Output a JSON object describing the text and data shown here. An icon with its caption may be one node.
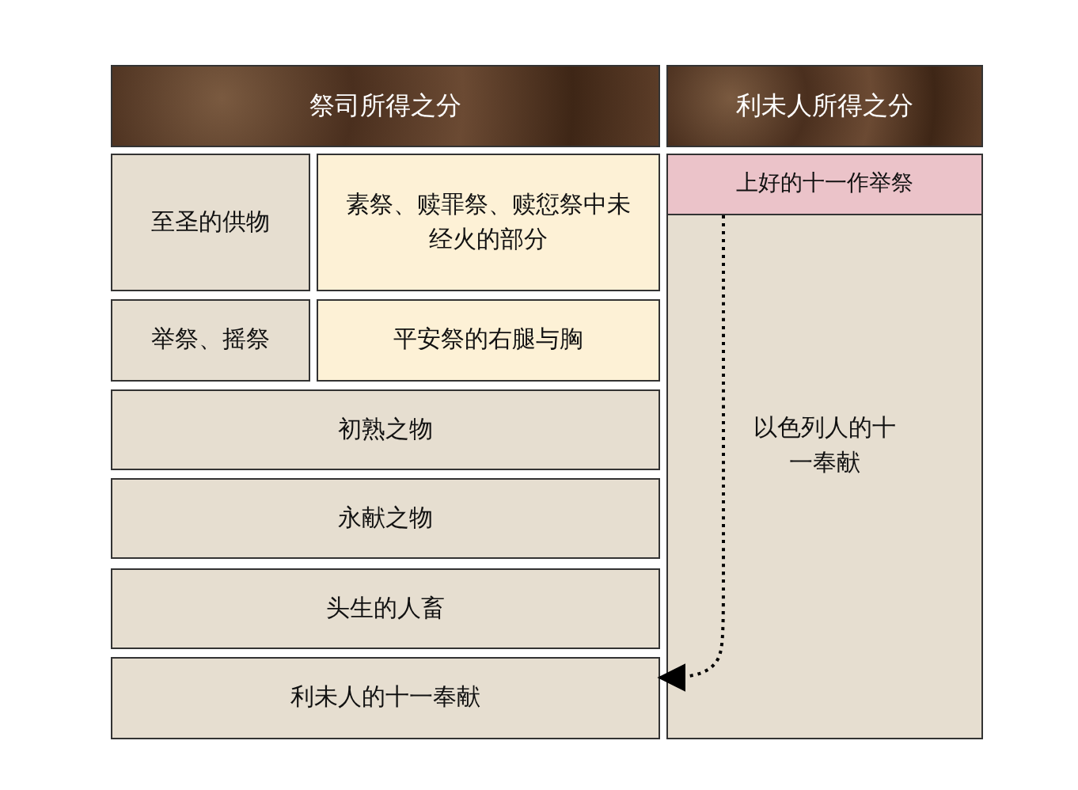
{
  "diagram": {
    "nodes": [
      {
        "text": [
          "祭司所得之分"
        ]
      },
      {
        "text": [
          "利未人所得之分"
        ]
      },
      {
        "text": [
          "至圣的供物"
        ]
      },
      {
        "text": [
          "素祭、赎罪祭、赎愆祭中未经火的部分"
        ]
      },
      {
        "text": [
          "举祭、摇祭"
        ]
      },
      {
        "text": [
          "平安祭的右腿与胸"
        ]
      },
      {
        "text": [
          "初熟之物"
        ]
      },
      {
        "text": [
          "永献之物"
        ]
      },
      {
        "text": [
          "头生的人畜"
        ]
      },
      {
        "text": [
          "利未人的十一奉献"
        ]
      },
      {
        "text": [
          "以色列人的十一奉献"
        ]
      },
      {
        "text": [
          "上好的十一作举祭"
        ],
        "in": 10
      }
    ],
    "edges": [
      {
        "from": 11,
        "to": 9,
        "arrow": "to",
        "style": "dashed"
      }
    ]
  }
}
